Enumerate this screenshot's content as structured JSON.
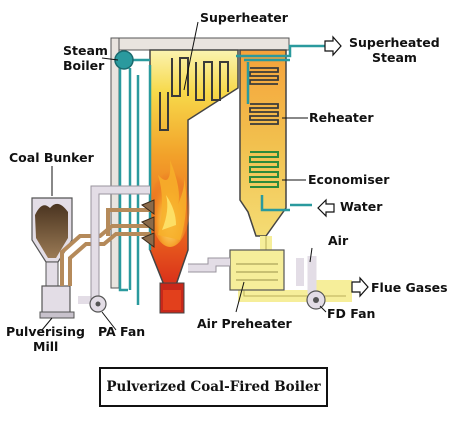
{
  "labels": {
    "superheater": "Superheater",
    "steam_boiler_1": "Steam",
    "steam_boiler_2": "Boiler",
    "superheated_steam_1": "Superheated",
    "superheated_steam_2": "Steam",
    "reheater": "Reheater",
    "coal_bunker": "Coal Bunker",
    "economiser": "Economiser",
    "water": "Water",
    "air": "Air",
    "flue_gases": "Flue Gases",
    "fd_fan": "FD Fan",
    "air_preheater": "Air Preheater",
    "pulverising_mill_1": "Pulverising",
    "pulverising_mill_2": "Mill",
    "pa_fan": "PA Fan"
  },
  "caption": "Pulverized Coal-Fired Boiler",
  "colors": {
    "furnace_top": "#f7e25a",
    "furnace_mid": "#f08a1c",
    "furnace_bottom": "#d9301a",
    "backpass": "#f2c04e",
    "steam_pipe": "#2a9a9e",
    "air_duct": "#e3dde6",
    "flue_duct": "#f6ee9a",
    "coal_duct": "#b58a5a",
    "coal": "#7a5a3a"
  }
}
